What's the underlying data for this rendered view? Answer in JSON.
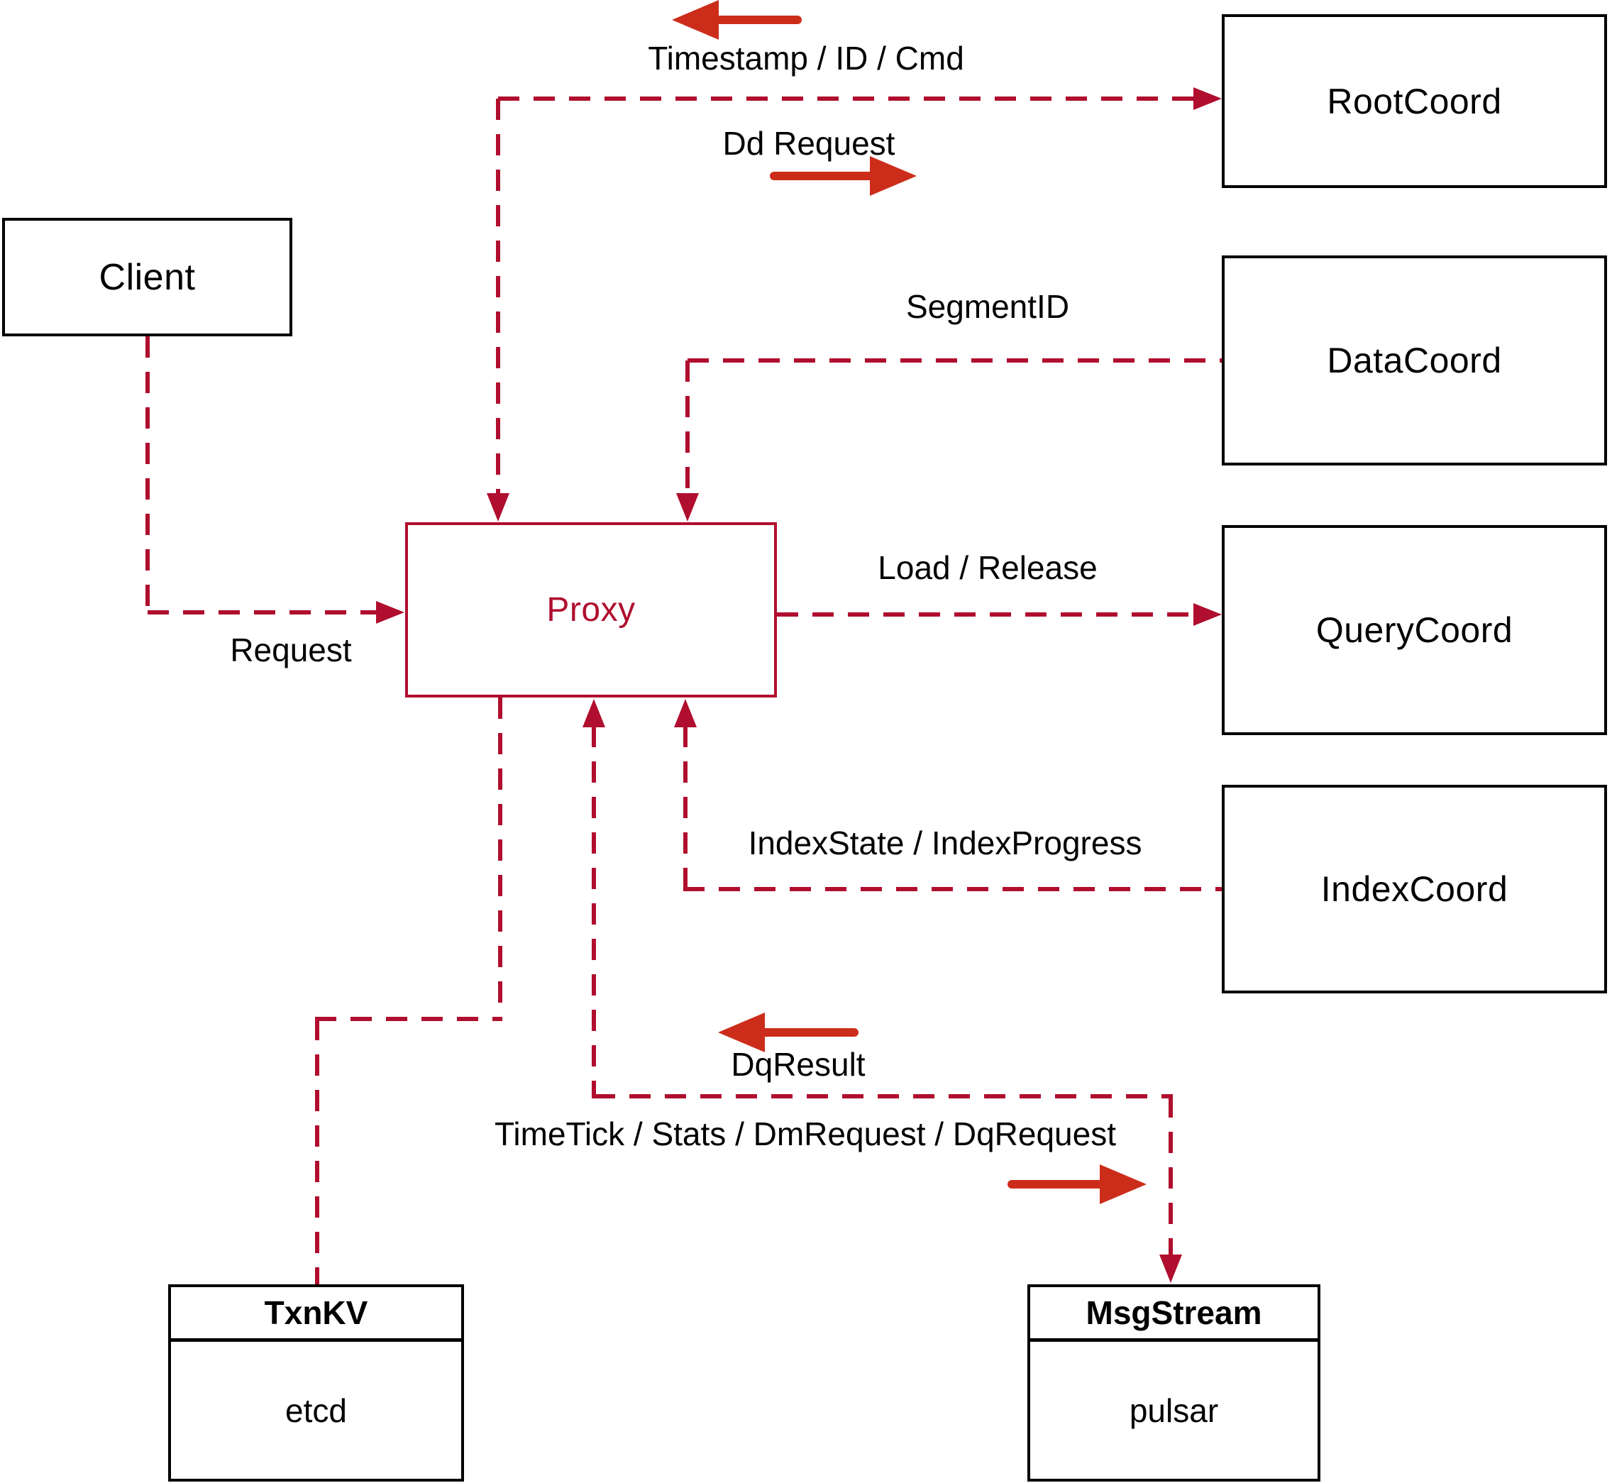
{
  "diagram": {
    "nodes": {
      "client": {
        "label": "Client"
      },
      "proxy": {
        "label": "Proxy"
      },
      "rootcoord": {
        "label": "RootCoord"
      },
      "datacoord": {
        "label": "DataCoord"
      },
      "querycoord": {
        "label": "QueryCoord"
      },
      "indexcoord": {
        "label": "IndexCoord"
      },
      "txnkv": {
        "title": "TxnKV",
        "impl": "etcd"
      },
      "msgstream": {
        "title": "MsgStream",
        "impl": "pulsar"
      }
    },
    "edge_labels": {
      "timestamp": "Timestamp / ID / Cmd",
      "dd_request": "Dd Request",
      "segment_id": "SegmentID",
      "request": "Request",
      "load_release": "Load / Release",
      "index_state": "IndexState / IndexProgress",
      "dq_result": "DqResult",
      "timetick": "TimeTick / Stats / DmRequest / DqRequest"
    },
    "colors": {
      "line": "#b00e2e",
      "arrow": "#cc2d1a",
      "box_border": "#000000",
      "proxy": "#b00e2e",
      "text": "#000000",
      "bg": "#ffffff"
    }
  }
}
